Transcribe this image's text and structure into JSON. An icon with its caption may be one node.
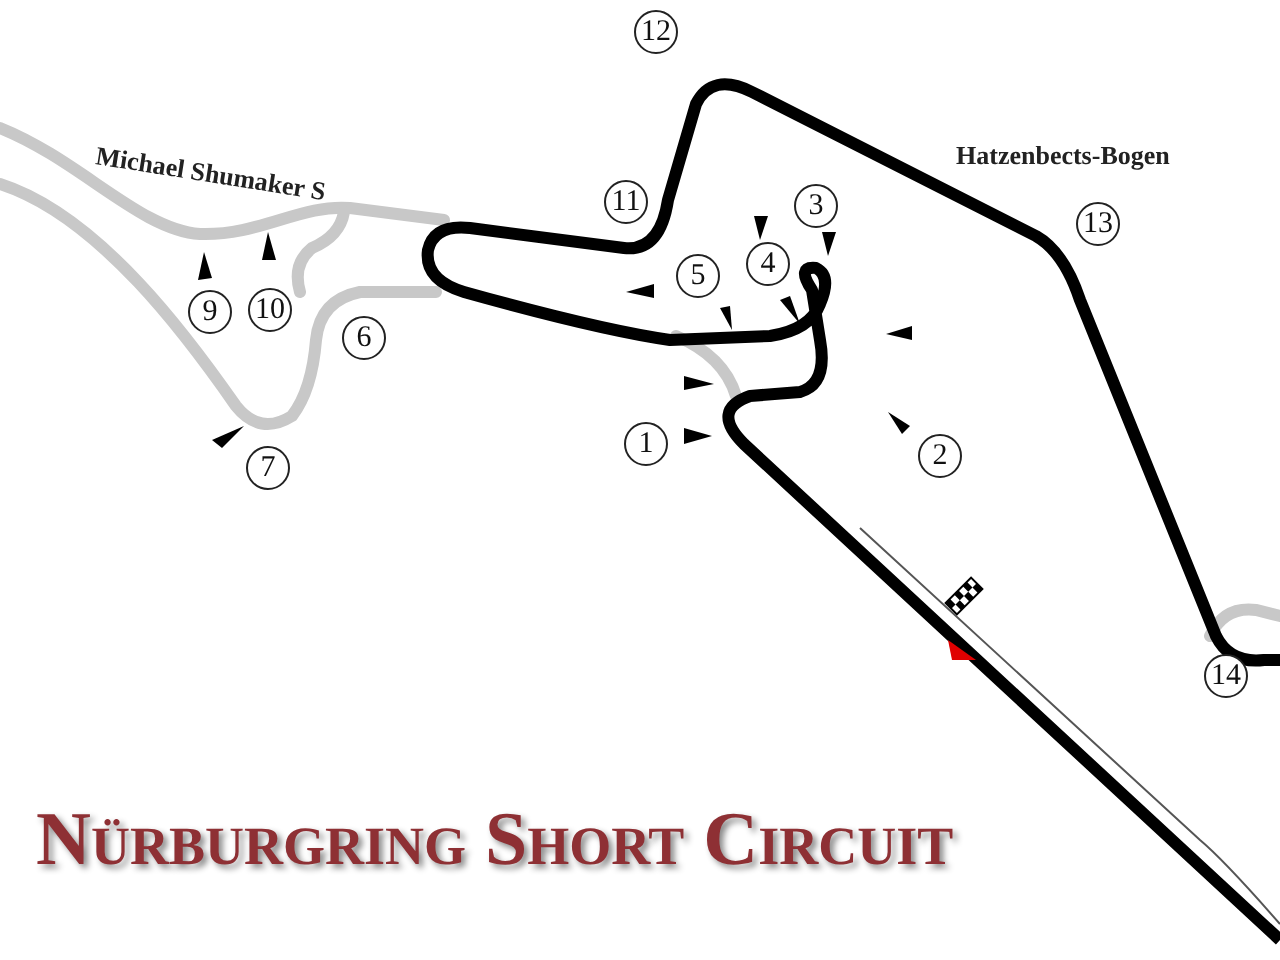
{
  "diagram": {
    "title": "Nürburgring Short Circuit",
    "labels": [
      "12",
      "Michael Shumaker S",
      "Hatzenbects-Bogen",
      "11",
      "3",
      "13",
      "9",
      "10",
      "5",
      "4",
      "6",
      "1",
      "2",
      "7",
      "14"
    ]
  }
}
